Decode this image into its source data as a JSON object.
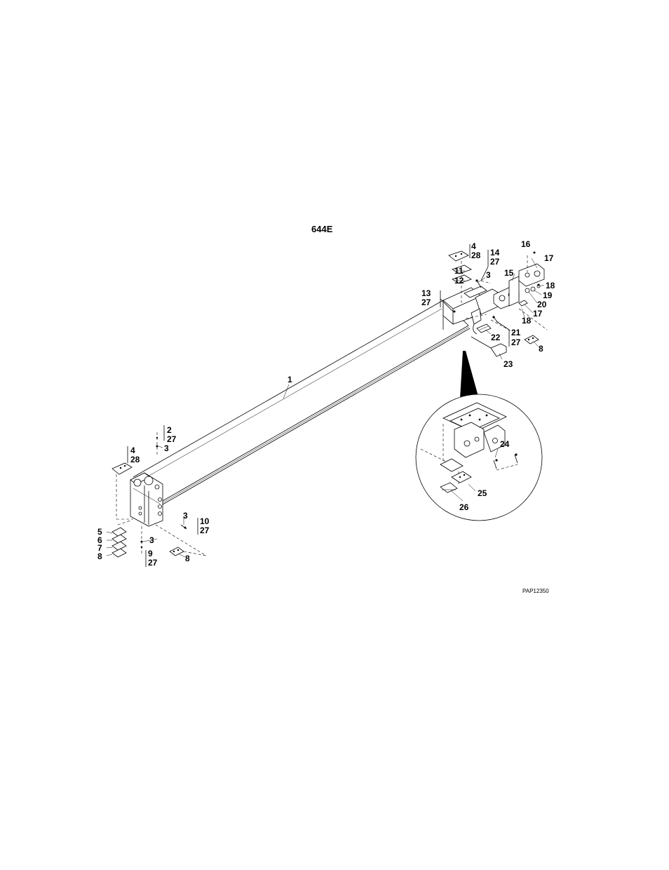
{
  "diagram": {
    "title": "644E",
    "figure_id": "PAP12350",
    "callouts": [
      {
        "id": "c-4a",
        "text": "4"
      },
      {
        "id": "c-28a",
        "text": "28"
      },
      {
        "id": "c-14",
        "text": "14"
      },
      {
        "id": "c-27a",
        "text": "27"
      },
      {
        "id": "c-16",
        "text": "16"
      },
      {
        "id": "c-17a",
        "text": "17"
      },
      {
        "id": "c-11",
        "text": "11"
      },
      {
        "id": "c-3a",
        "text": "3"
      },
      {
        "id": "c-15",
        "text": "15"
      },
      {
        "id": "c-18a",
        "text": "18"
      },
      {
        "id": "c-12",
        "text": "12"
      },
      {
        "id": "c-19",
        "text": "19"
      },
      {
        "id": "c-13",
        "text": "13"
      },
      {
        "id": "c-27b",
        "text": "27"
      },
      {
        "id": "c-20",
        "text": "20"
      },
      {
        "id": "c-17b",
        "text": "17"
      },
      {
        "id": "c-18b",
        "text": "18"
      },
      {
        "id": "c-21",
        "text": "21"
      },
      {
        "id": "c-22",
        "text": "22"
      },
      {
        "id": "c-27c",
        "text": "27"
      },
      {
        "id": "c-8a",
        "text": "8"
      },
      {
        "id": "c-23",
        "text": "23"
      },
      {
        "id": "c-1",
        "text": "1"
      },
      {
        "id": "c-2",
        "text": "2"
      },
      {
        "id": "c-27d",
        "text": "27"
      },
      {
        "id": "c-3b",
        "text": "3"
      },
      {
        "id": "c-4b",
        "text": "4"
      },
      {
        "id": "c-28b",
        "text": "28"
      },
      {
        "id": "c-24",
        "text": "24"
      },
      {
        "id": "c-25",
        "text": "25"
      },
      {
        "id": "c-26",
        "text": "26"
      },
      {
        "id": "c-3c",
        "text": "3"
      },
      {
        "id": "c-10",
        "text": "10"
      },
      {
        "id": "c-27e",
        "text": "27"
      },
      {
        "id": "c-5",
        "text": "5"
      },
      {
        "id": "c-6",
        "text": "6"
      },
      {
        "id": "c-7",
        "text": "7"
      },
      {
        "id": "c-8b",
        "text": "8"
      },
      {
        "id": "c-3d",
        "text": "3"
      },
      {
        "id": "c-9",
        "text": "9"
      },
      {
        "id": "c-27f",
        "text": "27"
      },
      {
        "id": "c-8c",
        "text": "8"
      }
    ]
  }
}
